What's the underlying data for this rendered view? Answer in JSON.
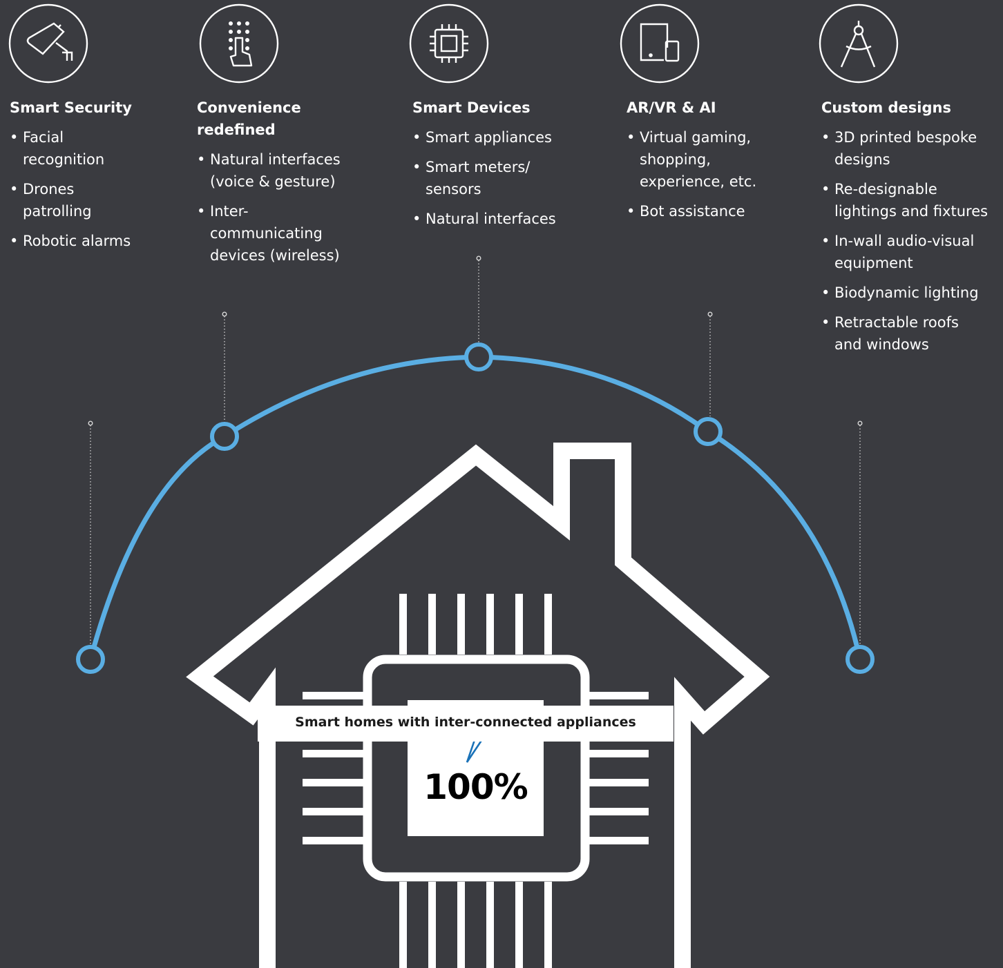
{
  "columns": [
    {
      "icon": "security-camera-icon",
      "title": "Smart Security",
      "items": [
        "Facial recognition",
        "Drones patrolling",
        "Robotic alarms"
      ]
    },
    {
      "icon": "touch-keypad-icon",
      "title": "Convenience redefined",
      "items": [
        "Natural interfaces (voice & gesture)",
        "Inter-communicating devices (wireless)"
      ]
    },
    {
      "icon": "microchip-icon",
      "title": "Smart Devices",
      "items": [
        "Smart appliances",
        "Smart meters/ sensors",
        "Natural interfaces"
      ]
    },
    {
      "icon": "tablet-phone-icon",
      "title": "AR/VR & AI",
      "items": [
        "Virtual gaming, shopping, experience, etc.",
        "Bot assistance"
      ]
    },
    {
      "icon": "drafting-compass-icon",
      "title": "Custom designs",
      "items": [
        "3D printed bespoke designs",
        "Re-designable lightings and fixtures",
        "In-wall audio-visual equipment",
        "Biodynamic lighting",
        "Retractable roofs and windows"
      ]
    }
  ],
  "center": {
    "value": "100%",
    "icon": "lightning-bolt-icon",
    "caption": "Smart homes with inter-connected appliances"
  },
  "colors": {
    "background": "#3a3b40",
    "arc": "#5aaee3",
    "house": "#ffffff",
    "bolt": "#1a72b8"
  }
}
